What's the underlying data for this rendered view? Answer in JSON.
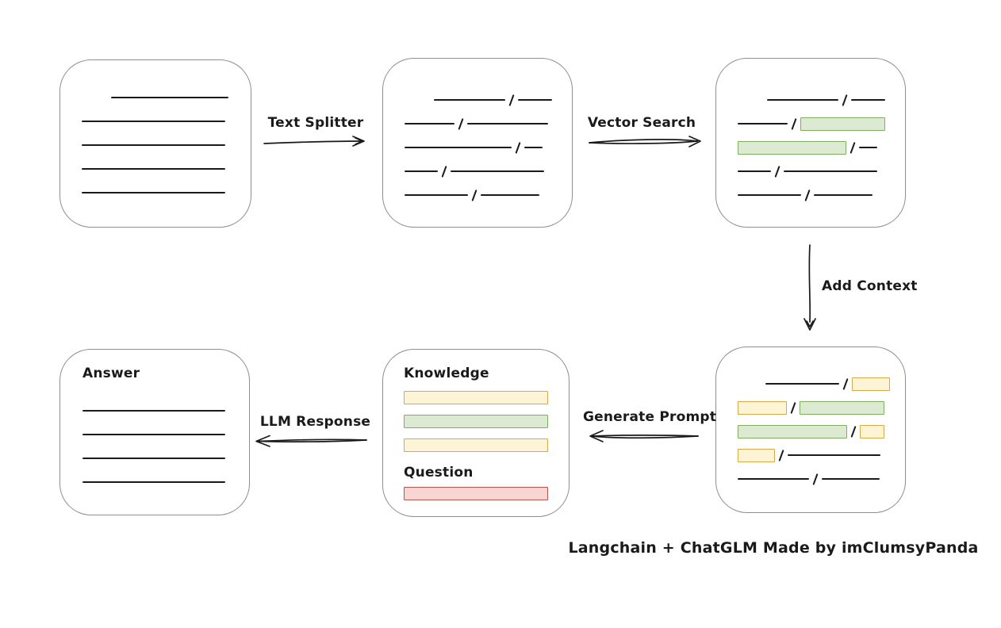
{
  "caption": "Langchain + ChatGLM Made by imClumsyPanda",
  "colors": {
    "box_border": "#8e8e8e",
    "line": "#1a1a1a",
    "green_fill": "#dcead2",
    "green_border": "#7fae63",
    "yellow_fill": "#fdf3d5",
    "yellow_border": "#d7a94b",
    "red_fill": "#f6d5d2",
    "red_border": "#b85450"
  },
  "arrows": {
    "text_splitter": "Text Splitter",
    "vector_search": "Vector Search",
    "add_context": "Add Context",
    "generate_prompt": "Generate Prompt",
    "llm_response": "LLM Response"
  },
  "boxes": {
    "document": {
      "rows": [
        {
          "indent": 30,
          "segs": [
            {
              "k": "line",
              "w": 148
            }
          ]
        },
        {
          "segs": [
            {
              "k": "line",
              "w": 181
            }
          ]
        },
        {
          "segs": [
            {
              "k": "line",
              "w": 181
            }
          ]
        },
        {
          "segs": [
            {
              "k": "line",
              "w": 181
            }
          ]
        },
        {
          "segs": [
            {
              "k": "line",
              "w": 181
            }
          ]
        }
      ]
    },
    "chunks": {
      "rows": [
        {
          "indent": 30,
          "segs": [
            {
              "k": "line",
              "w": 90
            },
            {
              "k": "line",
              "w": 43
            }
          ]
        },
        {
          "segs": [
            {
              "k": "line",
              "w": 63
            },
            {
              "k": "line",
              "w": 102
            }
          ]
        },
        {
          "segs": [
            {
              "k": "line",
              "w": 135
            },
            {
              "k": "line",
              "w": 23
            }
          ]
        },
        {
          "segs": [
            {
              "k": "line",
              "w": 42
            },
            {
              "k": "line",
              "w": 118
            }
          ]
        },
        {
          "segs": [
            {
              "k": "line",
              "w": 80
            },
            {
              "k": "line",
              "w": 74
            }
          ]
        }
      ]
    },
    "vector_results": {
      "rows": [
        {
          "indent": 30,
          "segs": [
            {
              "k": "line",
              "w": 90
            },
            {
              "k": "line",
              "w": 43
            }
          ]
        },
        {
          "segs": [
            {
              "k": "line",
              "w": 63
            },
            {
              "k": "green",
              "w": 107
            }
          ]
        },
        {
          "segs": [
            {
              "k": "green",
              "w": 137
            },
            {
              "k": "line",
              "w": 23
            }
          ]
        },
        {
          "segs": [
            {
              "k": "line",
              "w": 42
            },
            {
              "k": "line",
              "w": 118
            }
          ]
        },
        {
          "segs": [
            {
              "k": "line",
              "w": 80
            },
            {
              "k": "line",
              "w": 74
            }
          ]
        }
      ]
    },
    "context": {
      "rows": [
        {
          "indent": 28,
          "segs": [
            {
              "k": "line",
              "w": 93
            },
            {
              "k": "yellow",
              "w": 48
            }
          ]
        },
        {
          "segs": [
            {
              "k": "yellow",
              "w": 62
            },
            {
              "k": "green",
              "w": 107
            }
          ]
        },
        {
          "segs": [
            {
              "k": "green",
              "w": 138
            },
            {
              "k": "yellow",
              "w": 31
            }
          ]
        },
        {
          "segs": [
            {
              "k": "yellow",
              "w": 47
            },
            {
              "k": "line",
              "w": 117
            }
          ]
        },
        {
          "segs": [
            {
              "k": "line",
              "w": 90
            },
            {
              "k": "line",
              "w": 73
            }
          ]
        }
      ]
    },
    "prompt": {
      "knowledge_label": "Knowledge",
      "question_label": "Question",
      "knowledge_bars": [
        "yellow",
        "green",
        "yellow"
      ],
      "question_bars": [
        "red"
      ]
    },
    "answer": {
      "label": "Answer",
      "rows": [
        {
          "segs": [
            {
              "k": "line",
              "w": 180
            }
          ]
        },
        {
          "segs": [
            {
              "k": "line",
              "w": 180
            }
          ]
        },
        {
          "segs": [
            {
              "k": "line",
              "w": 180
            }
          ]
        },
        {
          "segs": [
            {
              "k": "line",
              "w": 180
            }
          ]
        }
      ]
    }
  }
}
